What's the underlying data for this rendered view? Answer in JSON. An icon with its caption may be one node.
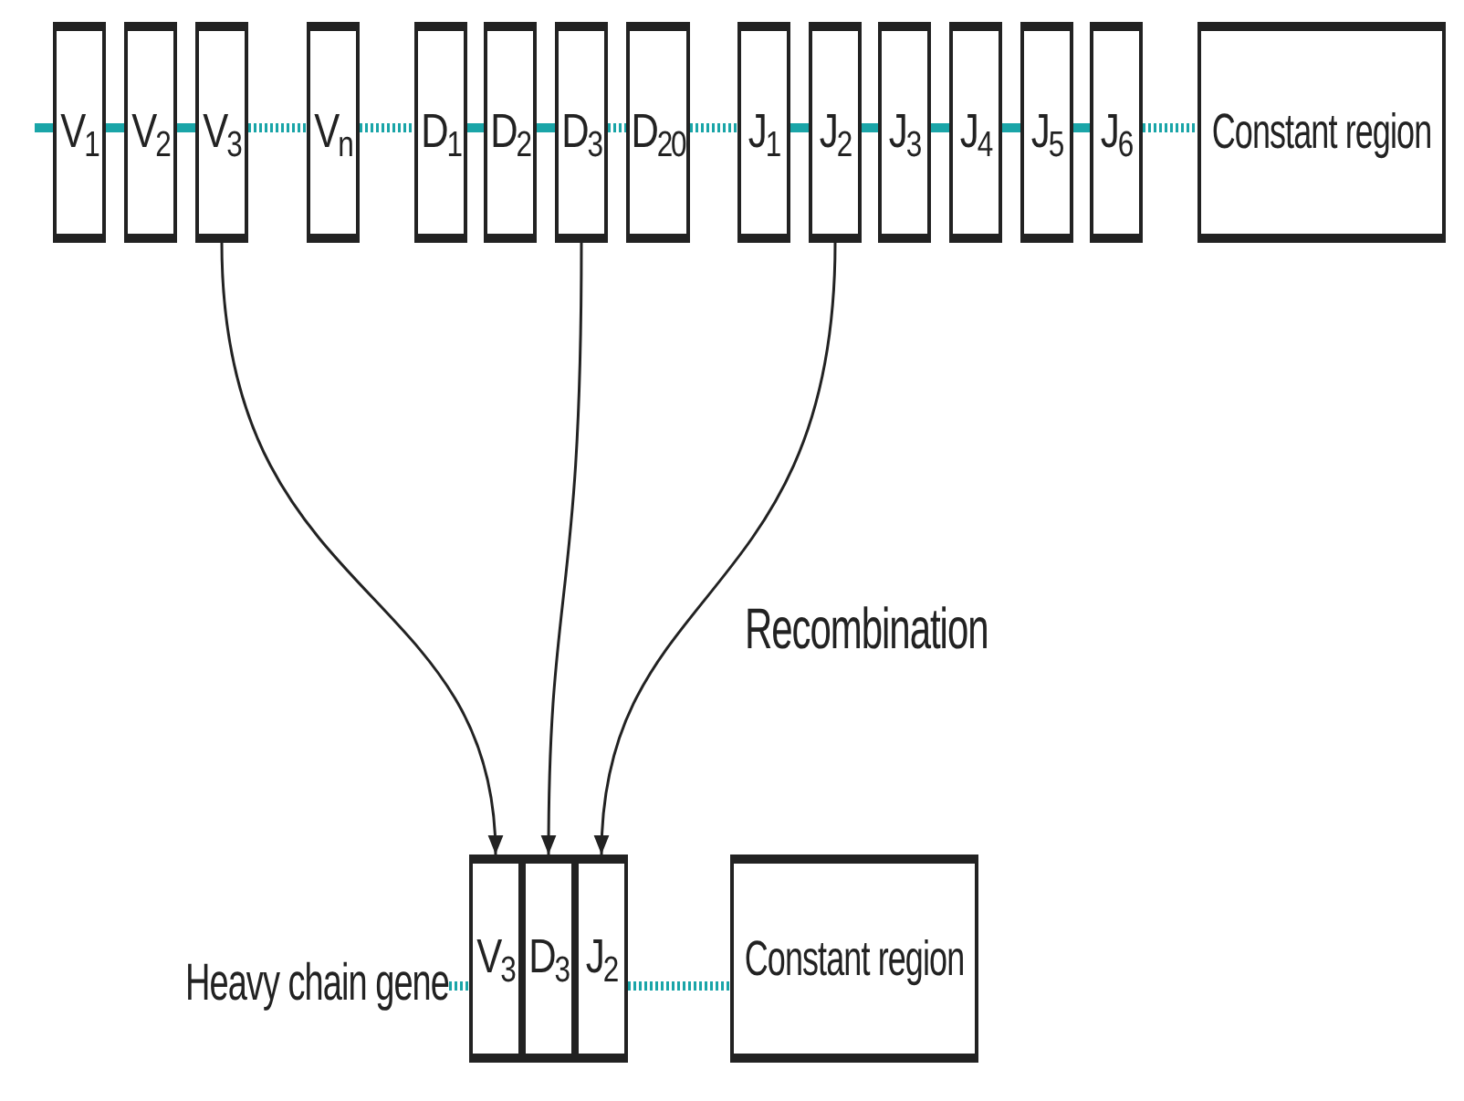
{
  "diagram": {
    "nodes": [
      {
        "text": [
          "V$_{1}$"
        ]
      },
      {
        "text": [
          "V$_{2}$"
        ]
      },
      {
        "text": [
          "V$_{3}$"
        ]
      },
      {
        "text": [
          "V$_{n}$"
        ]
      },
      {
        "text": [
          "D$_{1}$"
        ]
      },
      {
        "text": [
          "D$_{2}$"
        ]
      },
      {
        "text": [
          "D$_{3}$"
        ]
      },
      {
        "text": [
          "D$_{20}$"
        ]
      },
      {
        "text": [
          "J$_{1}$"
        ]
      },
      {
        "text": [
          "J$_{2}$"
        ]
      },
      {
        "text": [
          "J$_{3}$"
        ]
      },
      {
        "text": [
          "J$_{4}$"
        ]
      },
      {
        "text": [
          "J$_{5}$"
        ]
      },
      {
        "text": [
          "J$_{6}$"
        ]
      },
      {
        "text": [
          "Constant region"
        ]
      },
      {
        "text": [
          "Heavy chain gene"
        ]
      },
      {
        "text": [
          "V$_{3}$"
        ]
      },
      {
        "text": [
          "D$_{3}$"
        ]
      },
      {
        "text": [
          "J$_{2}$"
        ]
      },
      {
        "text": [
          "Constant region"
        ]
      }
    ],
    "edges": [
      {
        "from": null,
        "to": 0,
        "arrow": "none"
      },
      {
        "from": 0,
        "to": 1,
        "arrow": "none"
      },
      {
        "from": 1,
        "to": 2,
        "arrow": "none"
      },
      {
        "from": 2,
        "to": 3,
        "arrow": "none",
        "style": "dashed"
      },
      {
        "from": 3,
        "to": 4,
        "arrow": "none",
        "style": "dashed"
      },
      {
        "from": 4,
        "to": 5,
        "arrow": "none"
      },
      {
        "from": 5,
        "to": 6,
        "arrow": "none"
      },
      {
        "from": 6,
        "to": 7,
        "arrow": "none",
        "style": "dashed"
      },
      {
        "from": 7,
        "to": 8,
        "arrow": "none",
        "style": "dashed"
      },
      {
        "from": 8,
        "to": 9,
        "arrow": "none"
      },
      {
        "from": 9,
        "to": 10,
        "arrow": "none"
      },
      {
        "from": 10,
        "to": 11,
        "arrow": "none"
      },
      {
        "from": 11,
        "to": 12,
        "arrow": "none"
      },
      {
        "from": 12,
        "to": 13,
        "arrow": "none"
      },
      {
        "from": 13,
        "to": 14,
        "arrow": "none",
        "style": "dashed"
      },
      {
        "from": 15,
        "to": 16,
        "arrow": "none",
        "style": "dashed"
      },
      {
        "from": 18,
        "to": 19,
        "arrow": "none",
        "style": "dashed"
      },
      {
        "from": 2,
        "to": 16,
        "arrow": "to",
        "color": "#222222"
      },
      {
        "from": 6,
        "to": 17,
        "arrow": "to",
        "color": "#222222"
      },
      {
        "from": 9,
        "to": 18,
        "arrow": "to",
        "color": "#222222"
      }
    ],
    "labels": [
      "Recombination"
    ]
  }
}
